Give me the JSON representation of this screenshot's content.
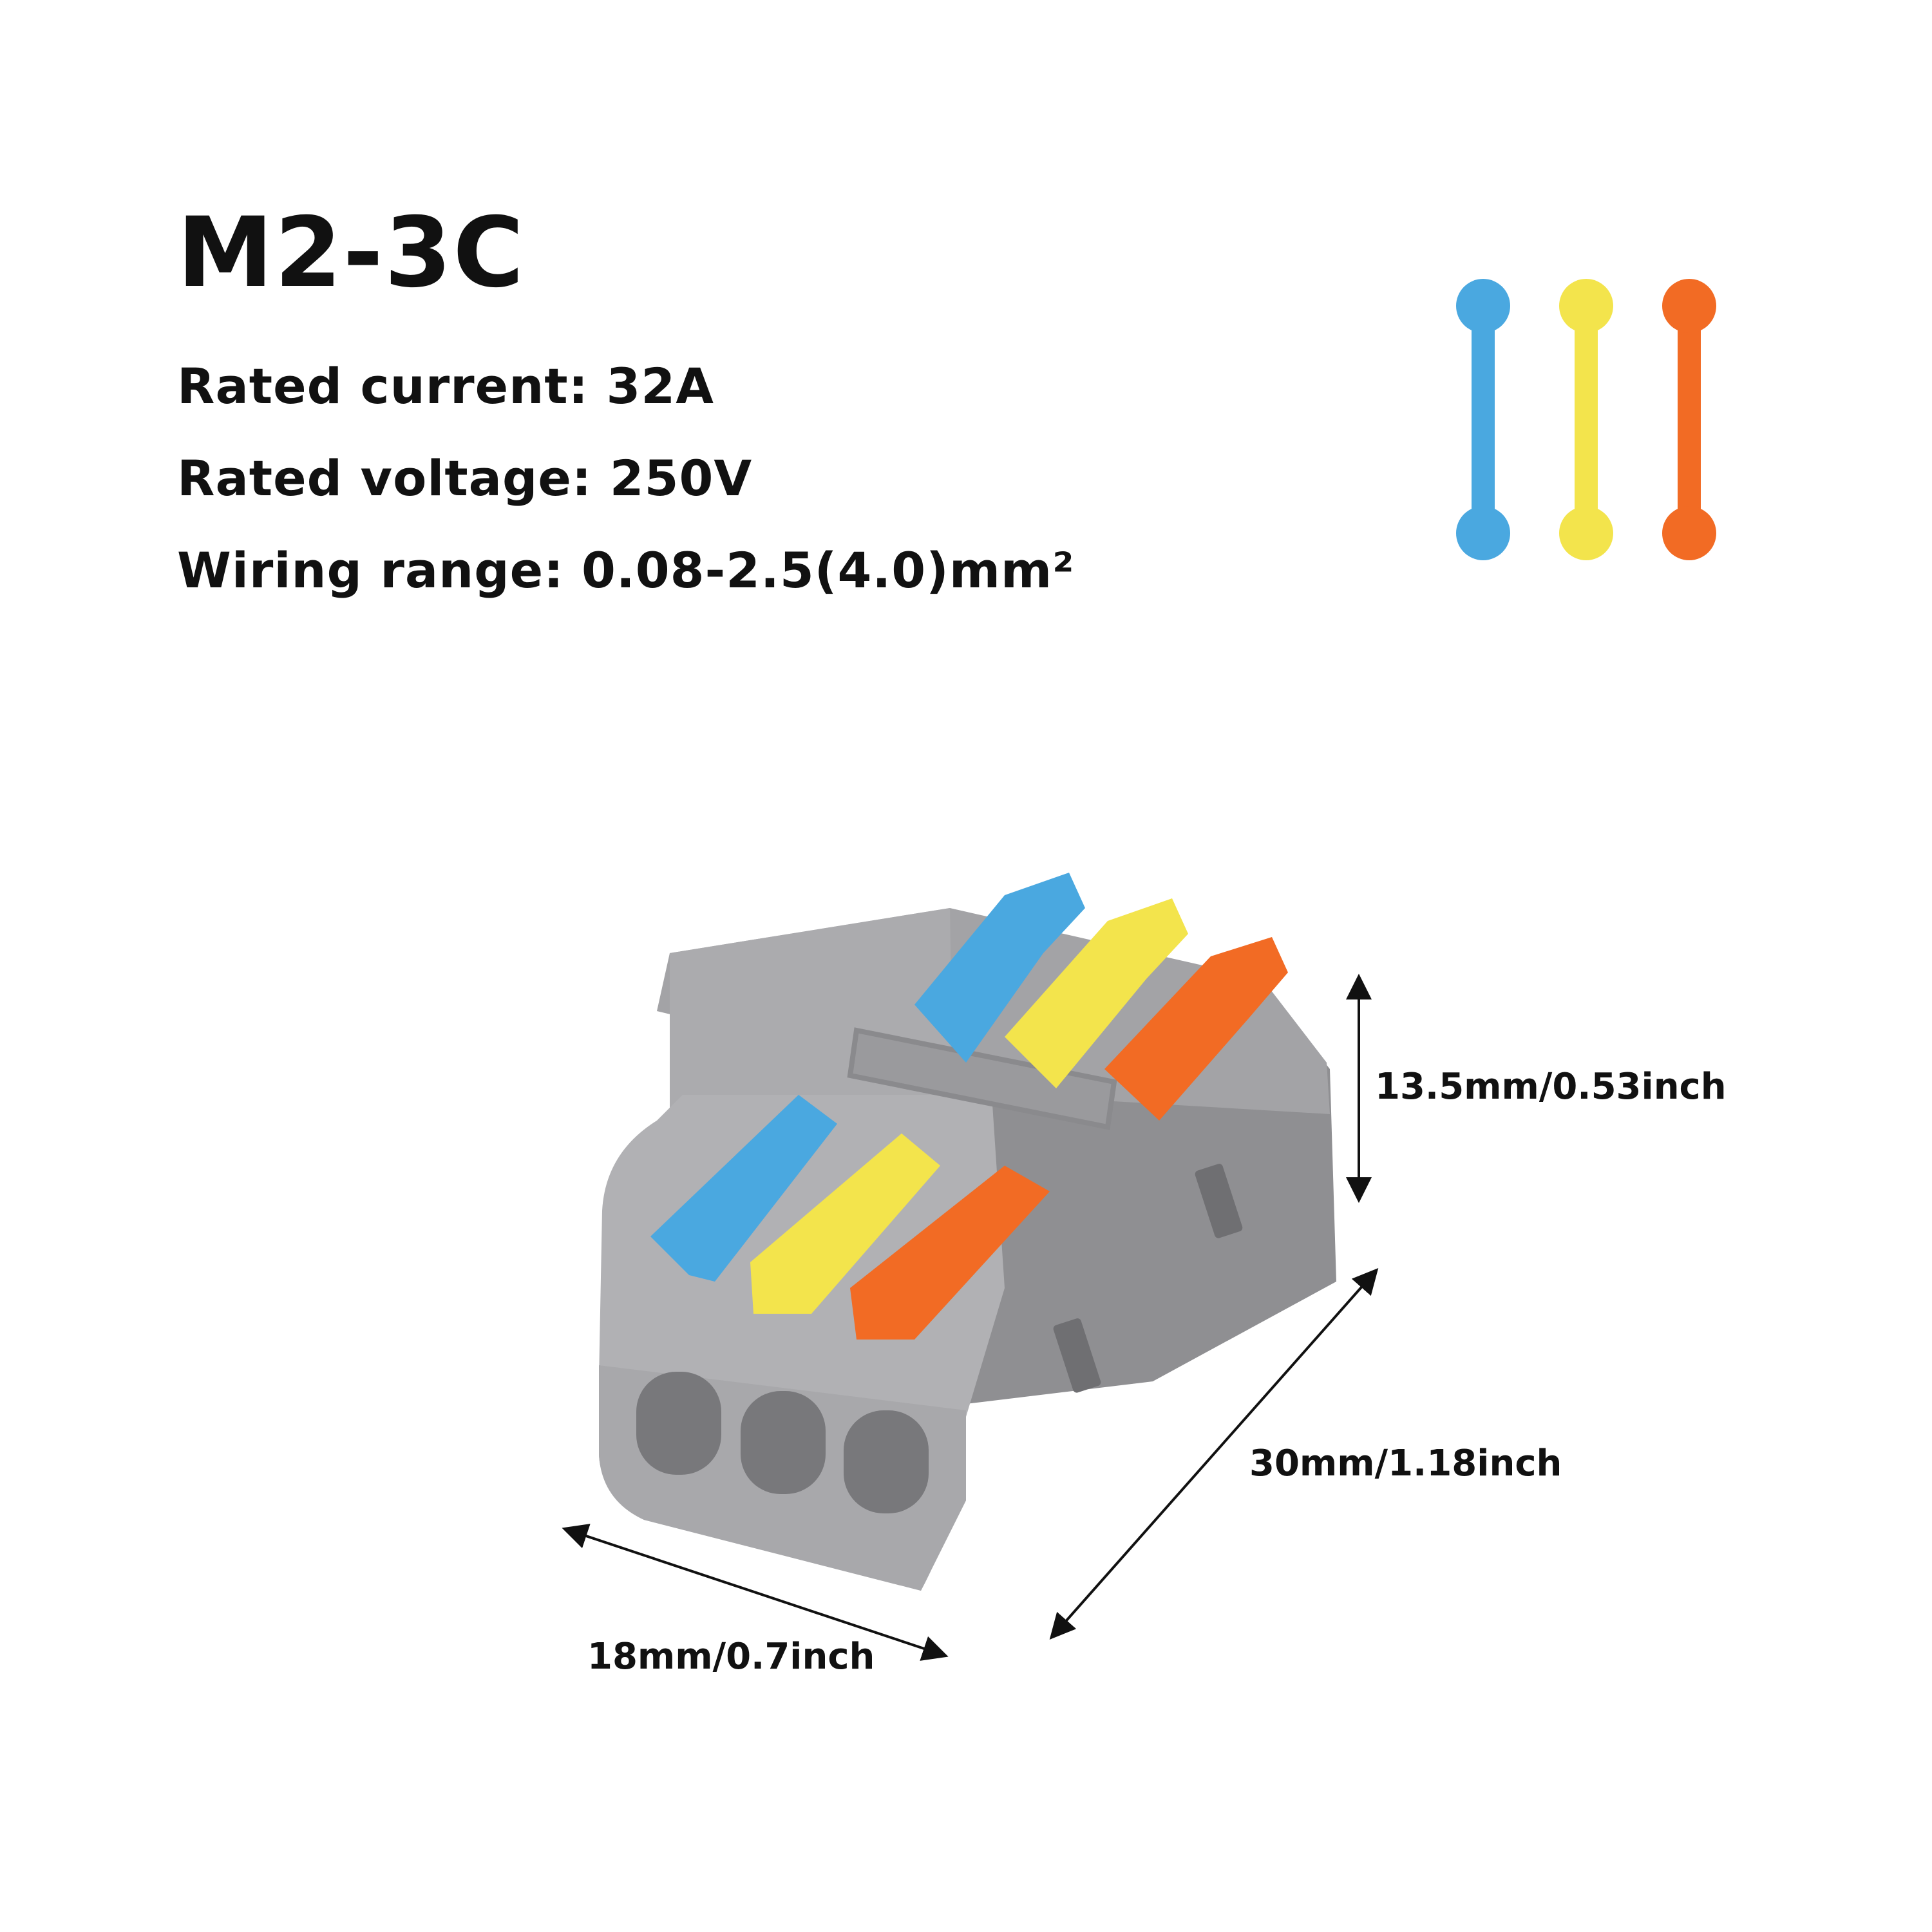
{
  "product": {
    "model": "M2-3C",
    "specs": [
      {
        "label": "Rated current: 32A"
      },
      {
        "label": "Rated voltage: 250V"
      },
      {
        "label": "Wiring range: 0.08-2.5(4.0)mm²"
      }
    ]
  },
  "lever_colors": {
    "blue": "#4aa8e0",
    "yellow": "#f3e44c",
    "orange": "#f26b24",
    "housing": "#a9a9ab"
  },
  "dimensions": {
    "height": "13.5mm/0.53inch",
    "length": "30mm/1.18inch",
    "width": "18mm/0.7inch"
  }
}
